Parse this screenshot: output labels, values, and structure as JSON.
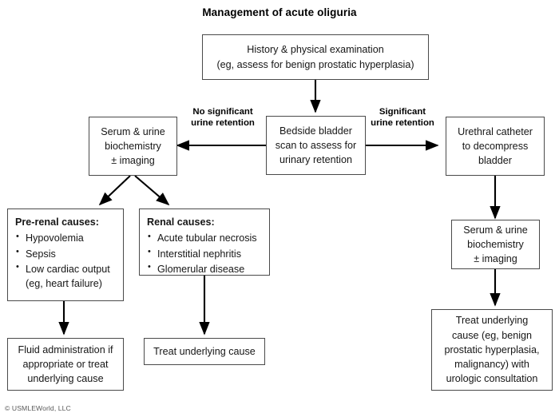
{
  "title": "Management of acute oliguria",
  "footer": "© USMLEWorld, LLC",
  "colors": {
    "background": "#ffffff",
    "box_border": "#4a4a4a",
    "text": "#161616",
    "arrow": "#000000",
    "footer_text": "#5a5a5a"
  },
  "nodes": {
    "history": {
      "lines": [
        "History & physical examination",
        "(eg, assess for benign prostatic hyperplasia)"
      ]
    },
    "bladder_scan": {
      "lines": [
        "Bedside bladder",
        "scan to assess for",
        "urinary retention"
      ]
    },
    "left_biochem": {
      "lines": [
        "Serum & urine",
        "biochemistry",
        "± imaging"
      ]
    },
    "urethral_catheter": {
      "lines": [
        "Urethral catheter",
        "to decompress",
        "bladder"
      ]
    },
    "prerenal": {
      "heading": "Pre-renal causes:",
      "items": [
        "Hypovolemia",
        "Sepsis",
        "Low cardiac output"
      ],
      "subnote": "(eg, heart failure)"
    },
    "renal": {
      "heading": "Renal causes:",
      "items": [
        "Acute tubular necrosis",
        "Interstitial nephritis",
        "Glomerular disease"
      ]
    },
    "right_biochem": {
      "lines": [
        "Serum & urine",
        "biochemistry",
        "± imaging"
      ]
    },
    "fluid_admin": {
      "lines": [
        "Fluid administration if",
        "appropriate or treat",
        "underlying cause"
      ]
    },
    "treat_cause": {
      "lines": [
        "Treat underlying cause"
      ]
    },
    "treat_urologic": {
      "lines": [
        "Treat underlying",
        "cause (eg, benign",
        "prostatic hyperplasia,",
        "malignancy) with",
        "urologic consultation"
      ]
    }
  },
  "edge_labels": {
    "no_retention": [
      "No significant",
      "urine",
      "retention"
    ],
    "retention": [
      "Significant",
      "urine",
      "retention"
    ]
  }
}
